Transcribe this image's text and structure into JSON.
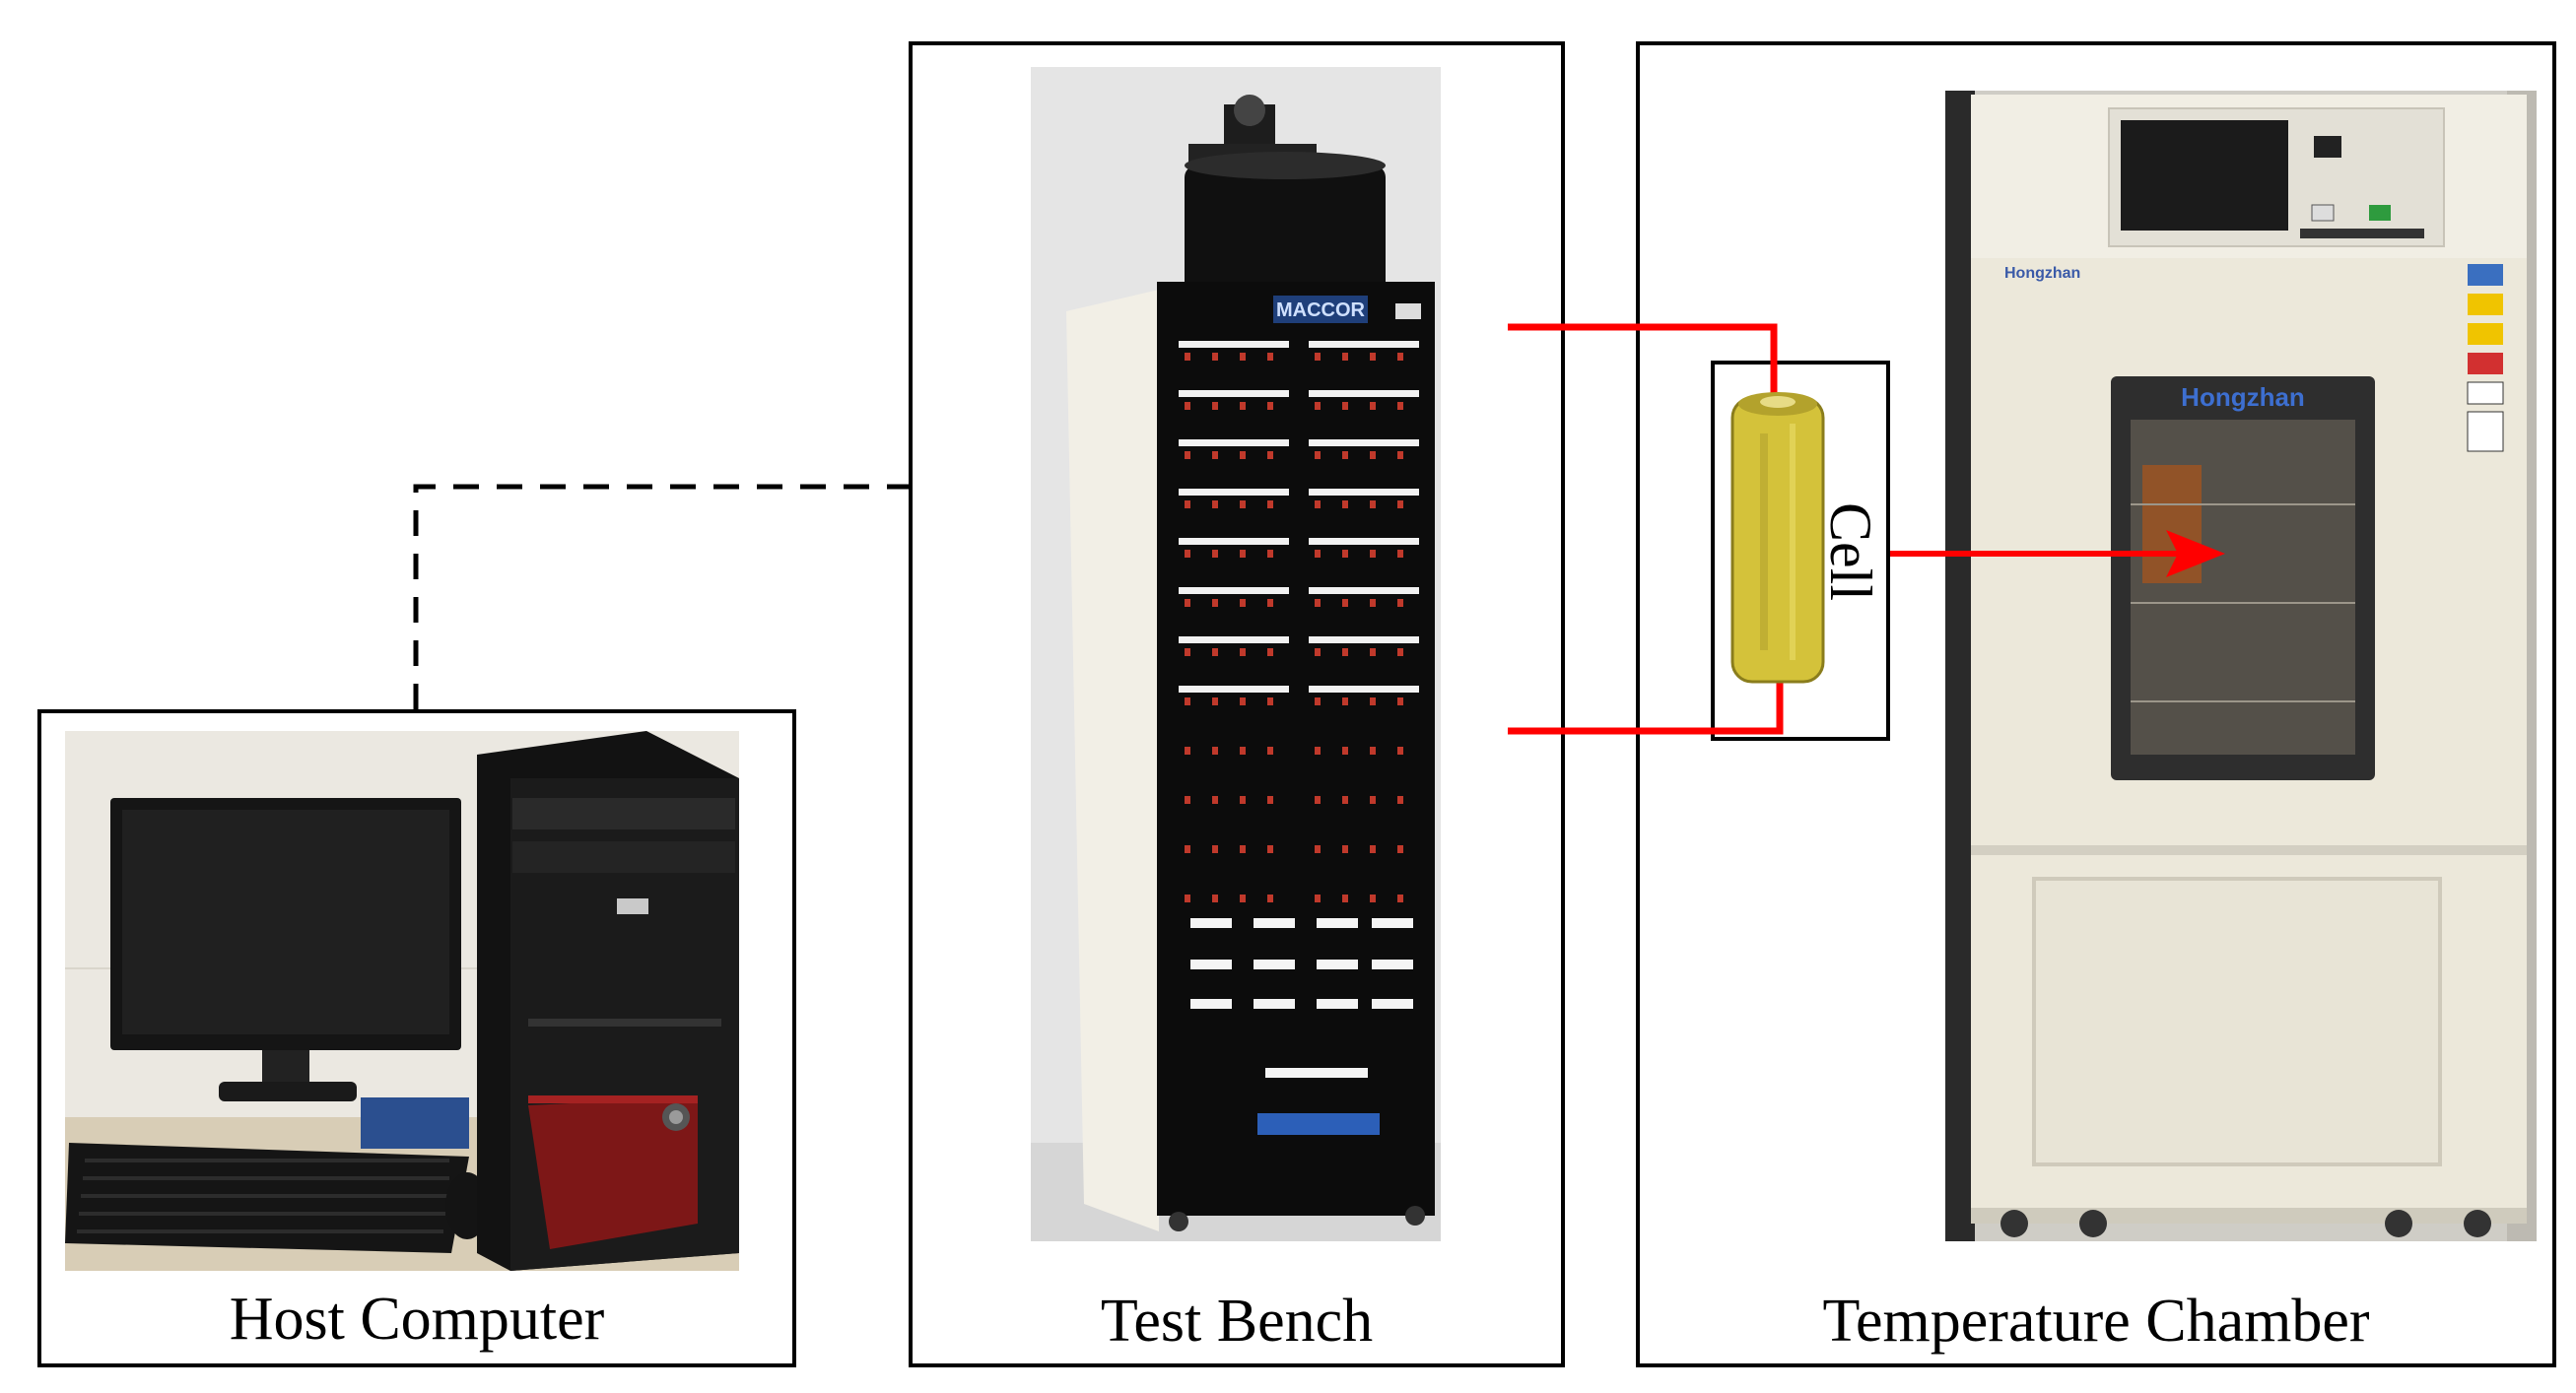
{
  "host": {
    "label": "Host Computer"
  },
  "bench": {
    "label": "Test Bench",
    "brand": "MACCOR"
  },
  "chamber": {
    "label": "Temperature Chamber",
    "brand": "Hongzhan"
  },
  "cell": {
    "label": "Cell"
  },
  "colors": {
    "link_power": "#ff0000",
    "link_data": "#000000",
    "frame": "#000000",
    "cell_body": "#d4c23a",
    "bench_panel": "#0d0d0d",
    "chamber_body": "#ece8da"
  },
  "icons": {
    "host": "desktop-computer-photo",
    "bench": "battery-cycler-photo",
    "chamber": "climate-chamber-photo",
    "cell": "cylindrical-battery-cell"
  }
}
